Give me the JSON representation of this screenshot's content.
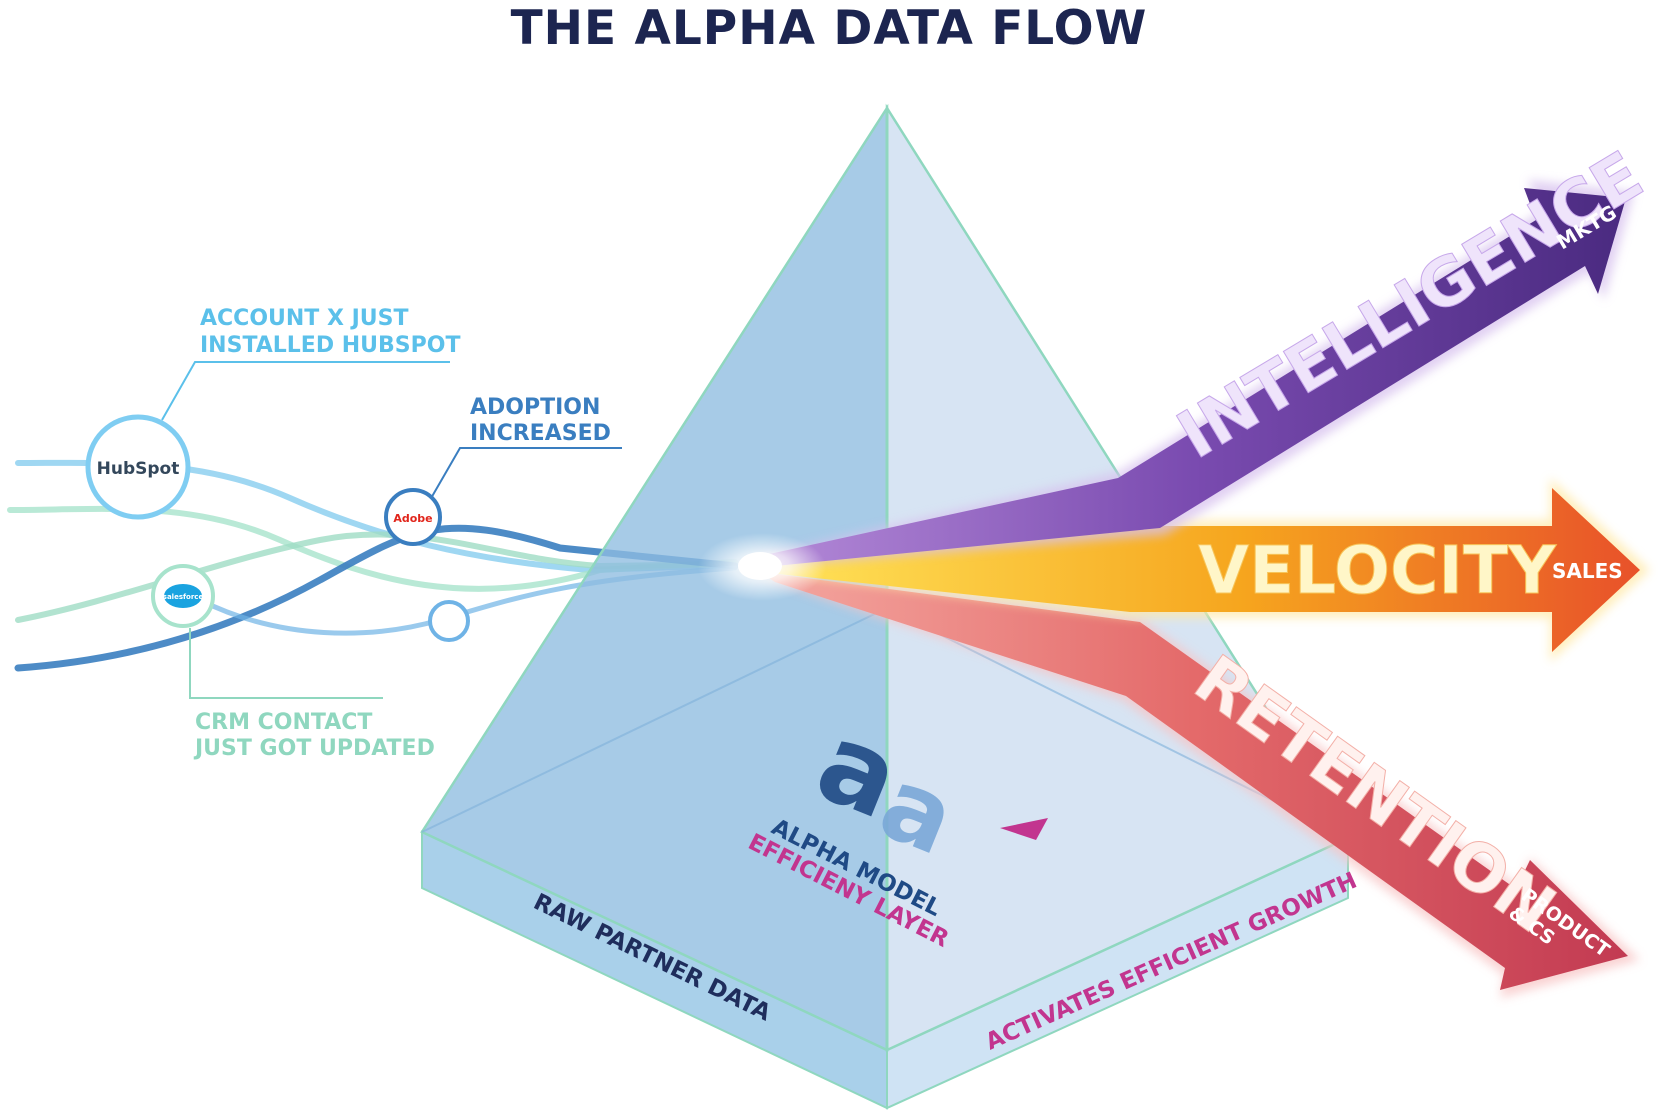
{
  "title": "THE ALPHA DATA FLOW",
  "callouts": {
    "hubspot": {
      "line1": "ACCOUNT X JUST",
      "line2": "INSTALLED HUBSPOT"
    },
    "adoption": {
      "line1": "ADOPTION",
      "line2": "INCREASED"
    },
    "crm": {
      "line1": "CRM CONTACT",
      "line2": "JUST GOT UPDATED"
    }
  },
  "nodes": {
    "hubspot": "HubSpot",
    "salesforce": "salesforce",
    "adobe": "Adobe"
  },
  "prism": {
    "logo_line1": "ALPHA MODEL",
    "logo_line2": "EFFICIENY LAYER",
    "left_base": "RAW PARTNER DATA",
    "right_base": "ACTIVATES EFFICIENT GROWTH"
  },
  "arrows": [
    {
      "label": "INTELLIGENCE",
      "tag": "MKTG"
    },
    {
      "label": "VELOCITY",
      "tag": "SALES"
    },
    {
      "label": "RETENTION",
      "tag_line1": "PRODUCT",
      "tag_line2": "& CS"
    }
  ],
  "colors": {
    "title": "#1c2550",
    "hubspot_text": "#5bc0ea",
    "adoption_text": "#3a7ec0",
    "crm_text": "#8fd7bf",
    "intelligence": "#6a3fa0",
    "velocity": "#f4a81c",
    "retention": "#e0585c",
    "logo_pink": "#c2358f",
    "logo_dark": "#1f4a85",
    "base_text_dark": "#1f2d5c"
  }
}
